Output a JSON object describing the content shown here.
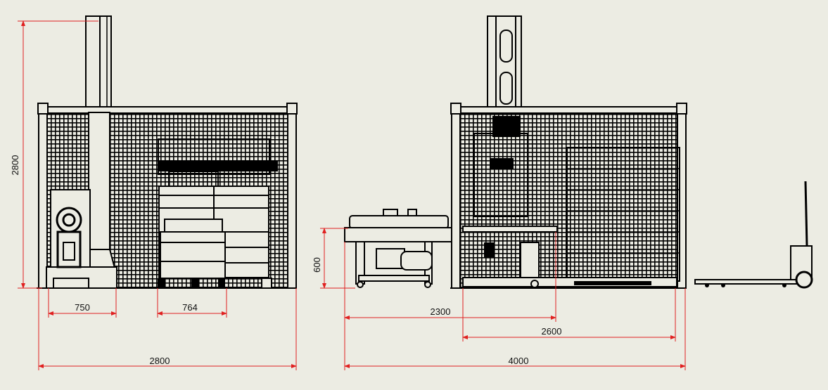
{
  "drawing": {
    "background": "#ecece3",
    "line_color": "#000000",
    "dimension_color": "#e02020",
    "dimension_text_color": "#111111"
  },
  "dimensions": {
    "front_height": "2800",
    "front_base_left": "750",
    "front_base_right": "764",
    "front_width": "2800",
    "side_table_height": "600",
    "side_table_length": "2300",
    "side_cell_length": "2600",
    "side_total_length": "4000"
  }
}
